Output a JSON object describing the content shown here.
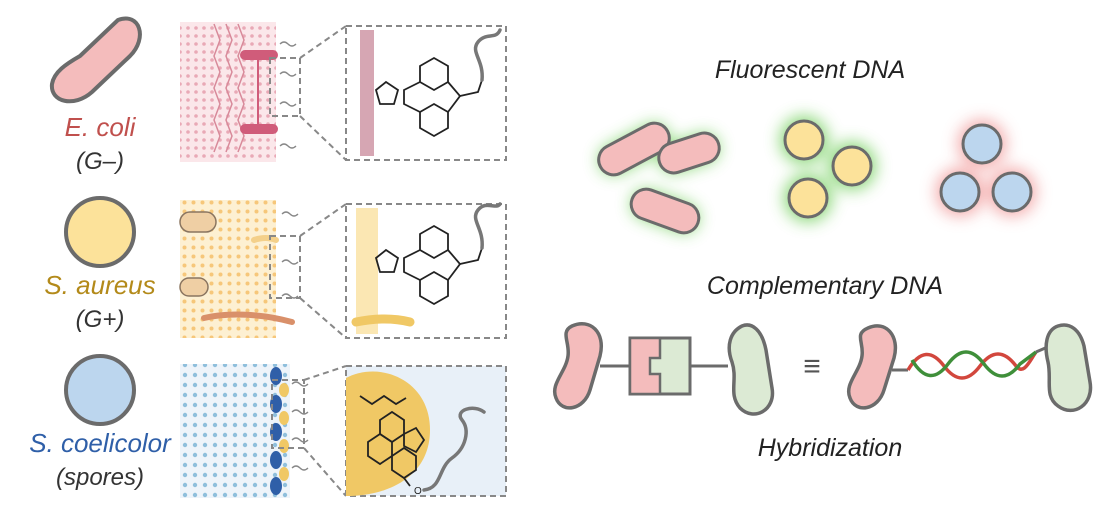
{
  "organisms": [
    {
      "name": "E. coli",
      "subtitle": "(G–)",
      "color": "#c0504d",
      "fill": "#f4bcbc",
      "shape": "rod"
    },
    {
      "name": "S. aureus",
      "subtitle": "(G+)",
      "color": "#b38a1a",
      "fill": "#fce29a",
      "shape": "sphere"
    },
    {
      "name": "S. coelicolor",
      "subtitle": "(spores)",
      "color": "#2f5fa8",
      "fill": "#bcd6ee",
      "shape": "sphere"
    }
  ],
  "panels": {
    "fluorescent": {
      "title": "Fluorescent DNA",
      "glow_green": "#7fd36a",
      "glow_red": "#f2a2a2"
    },
    "complementary": {
      "title": "Complementary DNA",
      "strand_red": "#d2473d",
      "strand_green": "#3f8f3a"
    },
    "hybridization": {
      "title": "Hybridization",
      "symbol": "≡"
    }
  },
  "colors": {
    "outline": "#6b6b6b",
    "dna_tail": "#777777",
    "pink": "#f4bcbc",
    "green_cell": "#dcead4",
    "yellow": "#fce29a",
    "blue": "#bcd6ee",
    "cholesterol": "#f0c865",
    "spore_bg": "#e8f0f8"
  }
}
